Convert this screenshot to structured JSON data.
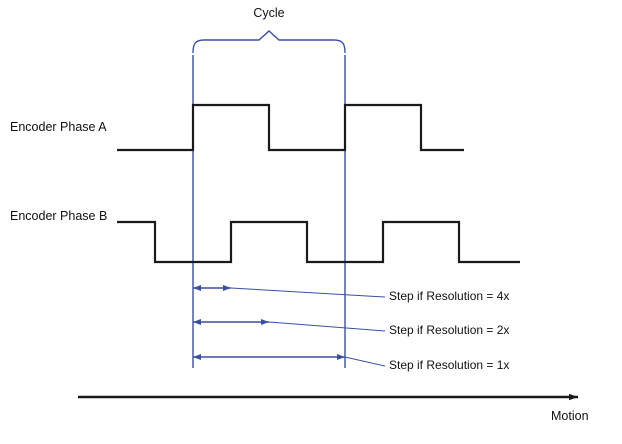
{
  "diagram": {
    "cycle_label": "Cycle",
    "encoder_phase_a_label": "Encoder Phase A",
    "encoder_phase_b_label": "Encoder Phase B",
    "step_labels": {
      "x4": "Step if Resolution = 4x",
      "x2": "Step if Resolution = 2x",
      "x1": "Step if Resolution = 1x"
    },
    "motion_label": "Motion",
    "colors": {
      "waveform": "#1a1a1a",
      "annotation_blue": "#3b4fa2",
      "background": "#ffffff"
    }
  }
}
